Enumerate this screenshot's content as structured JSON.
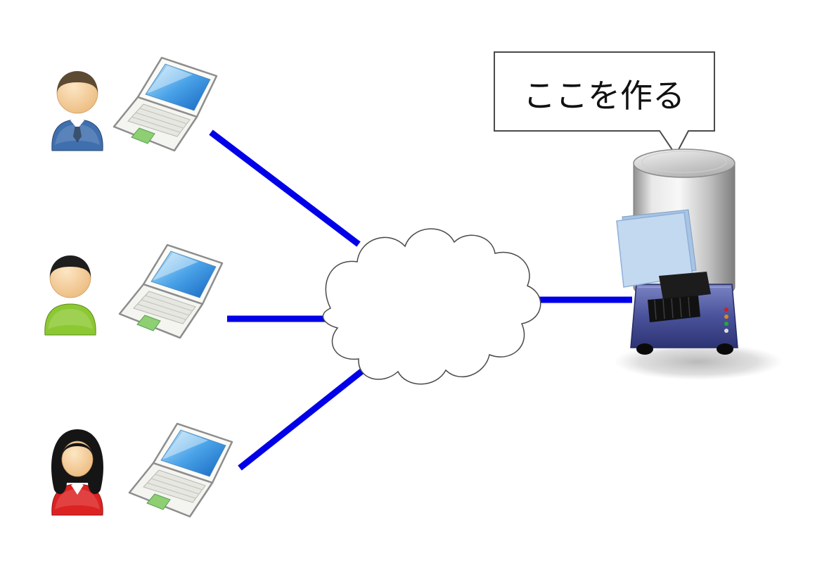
{
  "diagram": {
    "type": "network-architecture",
    "callout": {
      "label": "ここを作る",
      "border_color": "#4a4a4a",
      "fill": "#ffffff"
    },
    "colors": {
      "connector": "#0000e8",
      "cloud_stroke": "#4a4a4a",
      "cloud_fill": "#ffffff",
      "laptop_screen": "#2f86d8",
      "server_base": "#4a529b",
      "server_cylinder": "#cccccc"
    },
    "users": [
      {
        "id": "user-1",
        "shirt_color": "#3f6fae",
        "hair_color": "#5d4a33"
      },
      {
        "id": "user-2",
        "shirt_color": "#8cc832",
        "hair_color": "#1e1e1e"
      },
      {
        "id": "user-3",
        "shirt_color": "#dd2222",
        "hair_color": "#151515"
      }
    ],
    "nodes": [
      {
        "id": "client-1",
        "icon": "person-with-laptop"
      },
      {
        "id": "client-2",
        "icon": "person-with-laptop"
      },
      {
        "id": "client-3",
        "icon": "person-with-laptop"
      },
      {
        "id": "network",
        "icon": "cloud"
      },
      {
        "id": "server",
        "icon": "server-tower"
      }
    ],
    "edges": [
      {
        "from": "client-1",
        "to": "network"
      },
      {
        "from": "client-2",
        "to": "network"
      },
      {
        "from": "client-3",
        "to": "network"
      },
      {
        "from": "network",
        "to": "server"
      }
    ]
  }
}
